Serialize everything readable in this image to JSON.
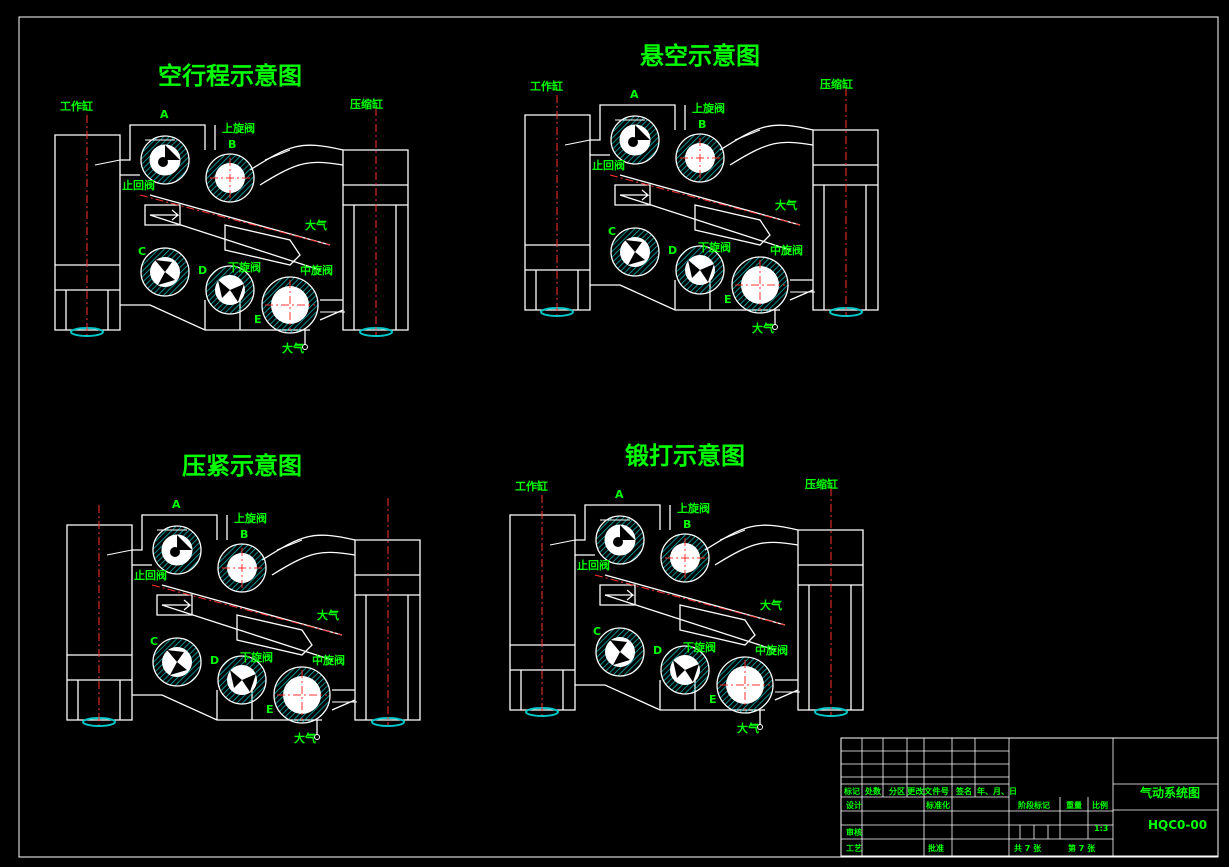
{
  "panels": [
    {
      "title": "空行程示意图",
      "labels": {
        "work_cyl": "工作缸",
        "comp_cyl": "压缩缸",
        "a": "A",
        "b": "B",
        "upper": "上旋阀",
        "check": "止回阀",
        "atm1": "大气",
        "c": "C",
        "d": "D",
        "lower": "下旋阀",
        "middle": "中旋阀",
        "e": "E",
        "atm2": "大气"
      }
    },
    {
      "title": "悬空示意图",
      "labels": {
        "work_cyl": "工作缸",
        "comp_cyl": "压缩缸",
        "a": "A",
        "b": "B",
        "upper": "上旋阀",
        "check": "止回阀",
        "atm1": "大气",
        "c": "C",
        "d": "D",
        "lower": "下旋阀",
        "middle": "中旋阀",
        "e": "E",
        "atm2": "大气"
      }
    },
    {
      "title": "压紧示意图",
      "labels": {
        "work_cyl": "",
        "comp_cyl": "",
        "a": "A",
        "b": "B",
        "upper": "上旋阀",
        "check": "止回阀",
        "atm1": "大气",
        "c": "C",
        "d": "D",
        "lower": "下旋阀",
        "middle": "中旋阀",
        "e": "E",
        "atm2": "大气"
      }
    },
    {
      "title": "锻打示意图",
      "labels": {
        "work_cyl": "工作缸",
        "comp_cyl": "压缩缸",
        "a": "A",
        "b": "B",
        "upper": "上旋阀",
        "check": "止回阀",
        "atm1": "大气",
        "c": "C",
        "d": "D",
        "lower": "下旋阀",
        "middle": "中旋阀",
        "e": "E",
        "atm2": "大气"
      }
    }
  ],
  "title_block": {
    "mark": "标记",
    "count": "处数",
    "zone": "分区",
    "change_doc": "更改文件号",
    "sign": "签名",
    "date": "年、月、日",
    "design": "设计",
    "standard": "标准化",
    "stage_mark": "阶段标记",
    "weight": "重量",
    "scale_label": "比例",
    "review": "审核",
    "process": "工艺",
    "approve": "批准",
    "scale_value": "1:3",
    "drawing_name": "气动系统图",
    "drawing_no": "HQC0-00",
    "sheets_total": "共 7 张",
    "sheet_no": "第 7 张"
  },
  "colors": {
    "label": "#00ff00",
    "line": "#ffffff",
    "hatch": "#00c8c8",
    "center": "#ff3030",
    "background": "#000000"
  }
}
